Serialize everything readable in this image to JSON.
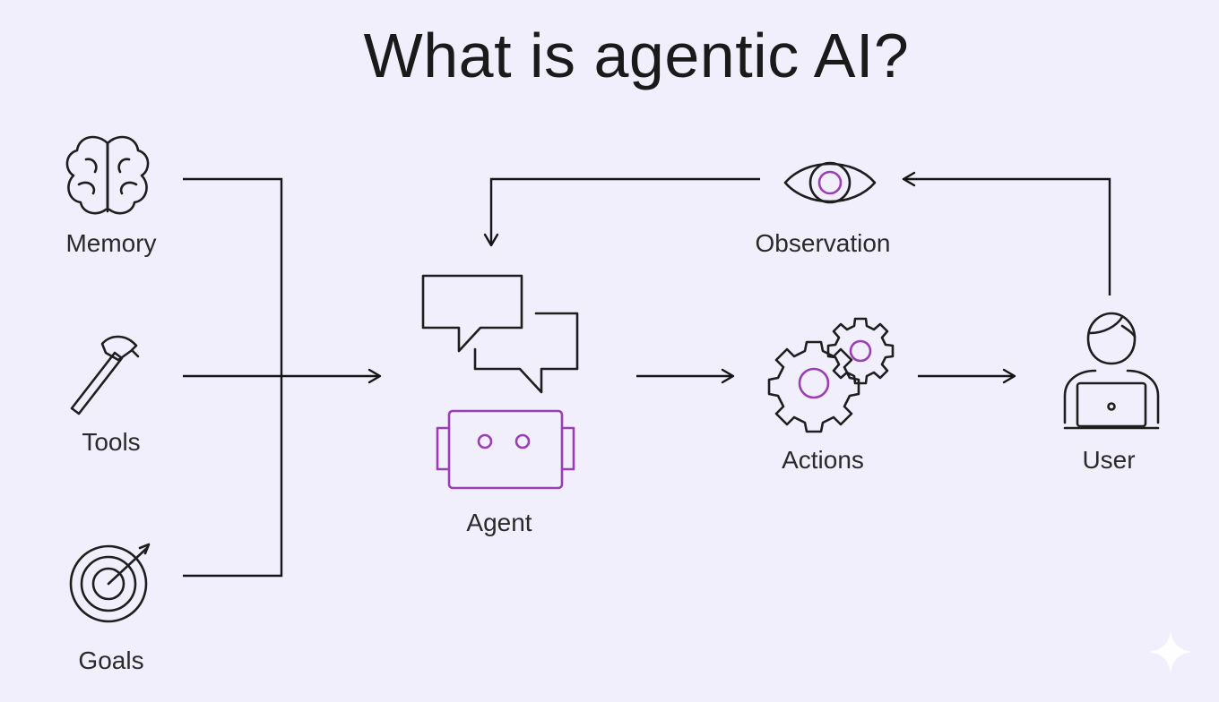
{
  "title": "What is agentic AI?",
  "nodes": {
    "memory": "Memory",
    "tools": "Tools",
    "goals": "Goals",
    "agent": "Agent",
    "observation": "Observation",
    "actions": "Actions",
    "user": "User"
  },
  "colors": {
    "background": "#f1effb",
    "line": "#151515",
    "accent": "#9a3fb3"
  },
  "icons": [
    "brain-icon",
    "hammer-icon",
    "target-icon",
    "chat-bubbles-icon",
    "robot-icon",
    "eye-icon",
    "gears-icon",
    "user-laptop-icon",
    "sparkle-icon"
  ]
}
